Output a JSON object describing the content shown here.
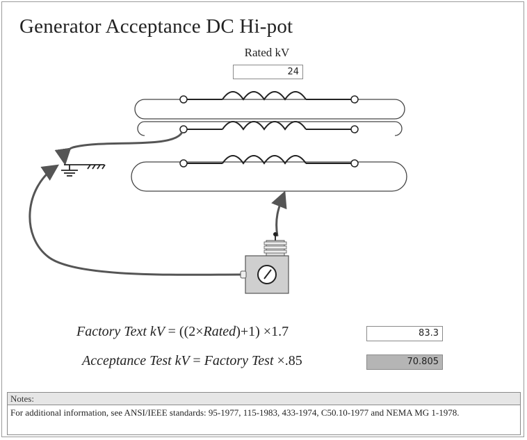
{
  "title": "Generator Acceptance DC Hi-pot",
  "rated": {
    "label": "Rated kV",
    "value": "24"
  },
  "formulas": {
    "factory": {
      "lhs": "Factory Text kV",
      "eq": "=",
      "rhs_a": "((2",
      "times1": "×",
      "rated_word": "Rated",
      "rhs_b": ")+1)",
      "times2": "×",
      "factor": "1.7"
    },
    "acceptance": {
      "lhs": "Acceptance Test kV",
      "eq": "=",
      "rhs_word": "Factory Test",
      "times": "×",
      "factor": ".85"
    }
  },
  "results": {
    "factory_value": "83.3",
    "acceptance_value": "70.805"
  },
  "notes": {
    "heading": "Notes:",
    "text": "For additional information, see ANSI/IEEE standards:  95-1977, 115-1983, 433-1974, C50.10-1977 and NEMA MG 1-1978."
  },
  "icons": {
    "ground": "ground-icon",
    "meter": "hipot-tester-icon",
    "winding": "winding-coil-icon"
  },
  "colors": {
    "accept_field_bg": "#b5b5b5",
    "lead": "#555555"
  }
}
